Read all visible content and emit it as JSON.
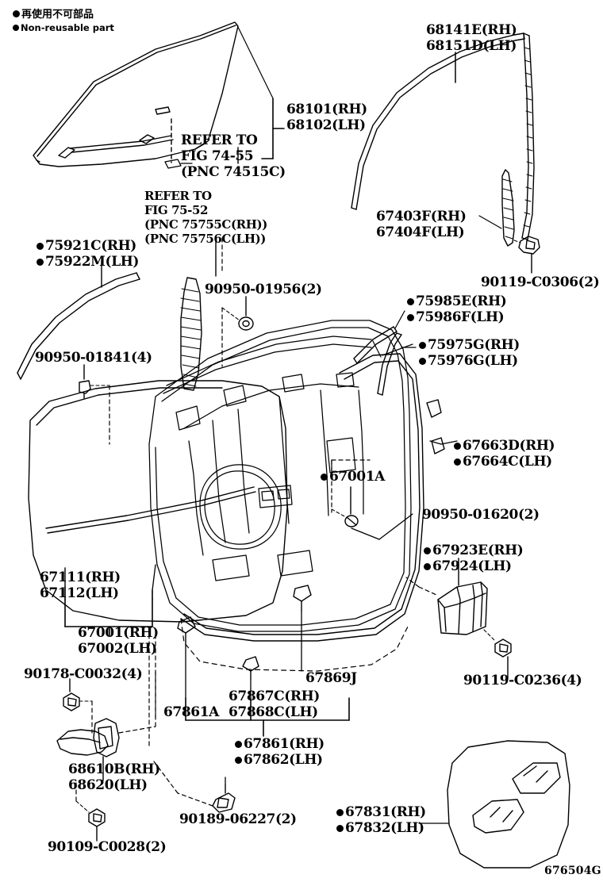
{
  "diagram": {
    "code": "676504G",
    "legend": {
      "jp": "再使用不可部品",
      "en": "Non-reusable part"
    }
  },
  "refs": [
    {
      "id": "ref-74-55",
      "line1": "REFER TO",
      "line2": "FIG 74-55",
      "line3": "(PNC 74515C)"
    },
    {
      "id": "ref-75-52",
      "line1": "REFER TO",
      "line2": "FIG 75-52",
      "line3": "(PNC 75755C(RH))",
      "line4": "(PNC 75756C(LH))"
    }
  ],
  "parts": [
    {
      "id": "glass",
      "rh": "68101(RH)",
      "lh": "68102(LH)",
      "bullet": false
    },
    {
      "id": "run-upper",
      "rh": "68141E(RH)",
      "lh": "68151D(LH)",
      "bullet": false
    },
    {
      "id": "run-rear",
      "rh": "67403F(RH)",
      "lh": "67404F(LH)",
      "bullet": false
    },
    {
      "id": "belt-moulding",
      "rh": "75921C(RH)",
      "lh": "75922M(LH)",
      "bullet": true
    },
    {
      "id": "frame-moulding",
      "rh": "75985E(RH)",
      "lh": "75986F(LH)",
      "bullet": true
    },
    {
      "id": "sash-moulding",
      "rh": "75975G(RH)",
      "lh": "75976G(LH)",
      "bullet": true
    },
    {
      "id": "weatherstrip-b",
      "rh": "67663D(RH)",
      "lh": "67664C(LH)",
      "bullet": true
    },
    {
      "id": "cover-lower",
      "rh": "67923E(RH)",
      "lh": "67924(LH)",
      "bullet": true
    },
    {
      "id": "door-panel-sub",
      "rh": "67111(RH)",
      "lh": "67112(LH)",
      "bullet": false
    },
    {
      "id": "door-panel",
      "rh": "67001(RH)",
      "lh": "67002(LH)",
      "bullet": false
    },
    {
      "id": "door-check",
      "rh": "68610B(RH)",
      "lh": "68620(LH)",
      "bullet": false
    },
    {
      "id": "seal-retainer",
      "rh": "67867C(RH)",
      "lh": "67868C(LH)",
      "bullet": false
    },
    {
      "id": "weatherstrip-d",
      "rh": "67861(RH)",
      "lh": "67862(LH)",
      "bullet": true
    },
    {
      "id": "service-hole",
      "rh": "67831(RH)",
      "lh": "67832(LH)",
      "bullet": true
    }
  ],
  "singles": [
    {
      "id": "clip-67001A",
      "label": "67001A",
      "bullet": true
    },
    {
      "id": "clip-67861A",
      "label": "67861A",
      "bullet": false
    },
    {
      "id": "clip-67869J",
      "label": "67869J",
      "bullet": false
    }
  ],
  "fasteners": [
    {
      "id": "f-90119-C0306",
      "label": "90119-C0306(2)"
    },
    {
      "id": "f-90950-01956",
      "label": "90950-01956(2)"
    },
    {
      "id": "f-90950-01841",
      "label": "90950-01841(4)"
    },
    {
      "id": "f-90950-01620",
      "label": "90950-01620(2)"
    },
    {
      "id": "f-90119-C0236",
      "label": "90119-C0236(4)"
    },
    {
      "id": "f-90178-C0032",
      "label": "90178-C0032(4)"
    },
    {
      "id": "f-90189-06227",
      "label": "90189-06227(2)"
    },
    {
      "id": "f-90109-C0028",
      "label": "90109-C0028(2)"
    }
  ]
}
